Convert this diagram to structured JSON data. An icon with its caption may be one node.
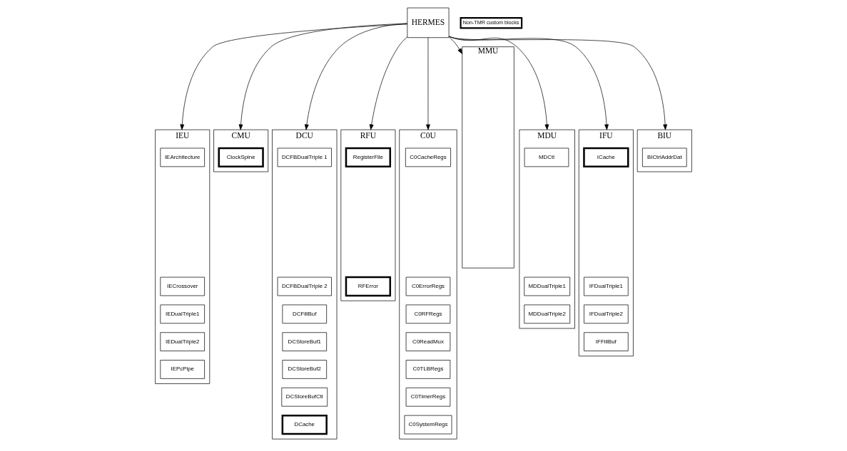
{
  "diagram": {
    "nodes": [
      {
        "text": [
          "HERMES"
        ]
      },
      {
        "text": [
          "IEU"
        ]
      },
      {
        "text": [
          "IEArchitecture"
        ],
        "in": 1
      },
      {
        "text": [
          "IECrossover"
        ],
        "in": 1
      },
      {
        "text": [
          "IEDualTriple1"
        ],
        "in": 1
      },
      {
        "text": [
          "IEDualTriple2"
        ],
        "in": 1
      },
      {
        "text": [
          "IEPcPipe"
        ],
        "in": 1
      },
      {
        "text": [
          "CMU"
        ]
      },
      {
        "text": [
          "ClockSpine"
        ],
        "in": 7
      },
      {
        "text": [
          "DCU"
        ]
      },
      {
        "text": [
          "DCFBDualTriple 1"
        ],
        "in": 9
      },
      {
        "text": [
          "DCFBDualTriple 2"
        ],
        "in": 9
      },
      {
        "text": [
          "DCFillBuf"
        ],
        "in": 9
      },
      {
        "text": [
          "DCStoreBuf1"
        ],
        "in": 9
      },
      {
        "text": [
          "DCStoreBuf2"
        ],
        "in": 9
      },
      {
        "text": [
          "DCStoreBufCtl"
        ],
        "in": 9
      },
      {
        "text": [
          "DCache"
        ],
        "in": 9
      },
      {
        "text": [
          "RFU"
        ]
      },
      {
        "text": [
          "RegisterFile"
        ],
        "in": 17
      },
      {
        "text": [
          "RFError"
        ],
        "in": 17
      },
      {
        "text": [
          "C0U"
        ]
      },
      {
        "text": [
          "C0CacheRegs"
        ],
        "in": 20
      },
      {
        "text": [
          "C0ErrorRegs"
        ],
        "in": 20
      },
      {
        "text": [
          "C0RFRegs"
        ],
        "in": 20
      },
      {
        "text": [
          "C0ReadMux"
        ],
        "in": 20
      },
      {
        "text": [
          "C0TLBRegs"
        ],
        "in": 20
      },
      {
        "text": [
          "C0TimerRegs"
        ],
        "in": 20
      },
      {
        "text": [
          "C0SystemRegs"
        ],
        "in": 20
      },
      {
        "text": [
          "MMU"
        ]
      },
      {
        "text": [
          "MDU"
        ]
      },
      {
        "text": [
          "MDCtl"
        ],
        "in": 29
      },
      {
        "text": [
          "MDDualTriple1"
        ],
        "in": 29
      },
      {
        "text": [
          "MDDualTriple2"
        ],
        "in": 29
      },
      {
        "text": [
          "IFU"
        ]
      },
      {
        "text": [
          "ICache"
        ],
        "in": 33
      },
      {
        "text": [
          "IFDualTriple1"
        ],
        "in": 33
      },
      {
        "text": [
          "IFDualTriple2"
        ],
        "in": 33
      },
      {
        "text": [
          "IFFillBuf"
        ],
        "in": 33
      },
      {
        "text": [
          "BIU"
        ]
      },
      {
        "text": [
          "BICtrlAddrDat"
        ],
        "in": 38
      }
    ],
    "edges": [
      {
        "from": 0,
        "to": 1,
        "arrow": "to"
      },
      {
        "from": 0,
        "to": 7,
        "arrow": "to"
      },
      {
        "from": 0,
        "to": 9,
        "arrow": "to"
      },
      {
        "from": 0,
        "to": 17,
        "arrow": "to"
      },
      {
        "from": 0,
        "to": 20,
        "arrow": "to"
      },
      {
        "from": 0,
        "to": 28,
        "arrow": "to"
      },
      {
        "from": 0,
        "to": 29,
        "arrow": "to"
      },
      {
        "from": 0,
        "to": 33,
        "arrow": "to"
      },
      {
        "from": 0,
        "to": 38,
        "arrow": "to"
      }
    ],
    "legend": [
      {
        "text": "Non-TMR custom blocks"
      }
    ]
  }
}
